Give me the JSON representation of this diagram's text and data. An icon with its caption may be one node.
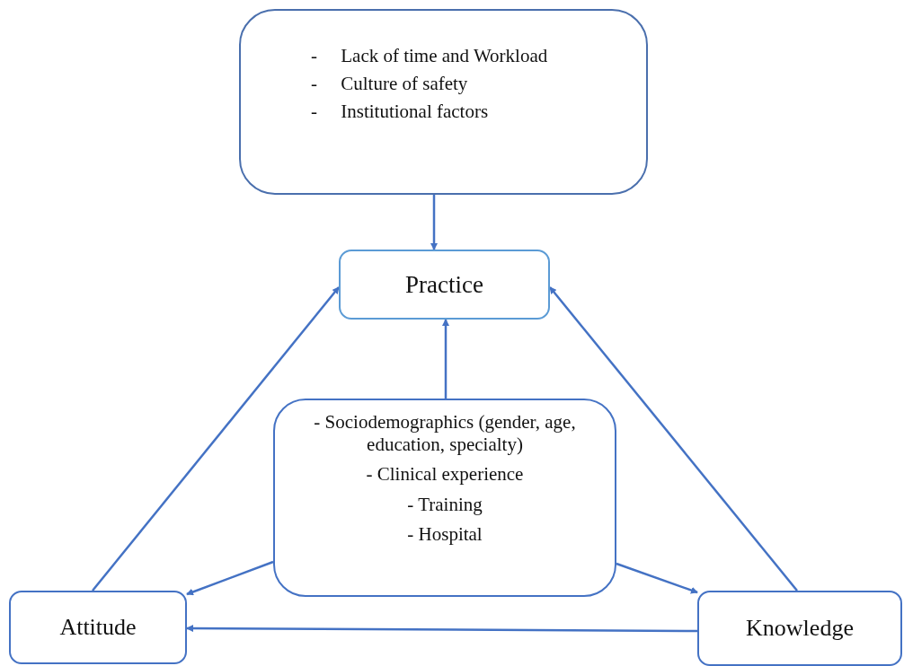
{
  "diagram": {
    "nodes": [
      {
        "text": [
          "-     Lack of time and Workload",
          "-     Culture of safety",
          "-     Institutional factors"
        ]
      },
      {
        "text": [
          "Practice"
        ]
      },
      {
        "text": [
          "- Sociodemographics (gender, age, education, specialty)",
          "- Clinical experience",
          "- Training",
          "- Hospital"
        ]
      },
      {
        "text": [
          "Attitude"
        ]
      },
      {
        "text": [
          "Knowledge"
        ]
      }
    ],
    "edges": [
      {
        "from": 0,
        "to": 1,
        "arrow": "to"
      },
      {
        "from": 2,
        "to": 1,
        "arrow": "to"
      },
      {
        "from": 3,
        "to": 1,
        "arrow": "to"
      },
      {
        "from": 4,
        "to": 1,
        "arrow": "to"
      },
      {
        "from": 2,
        "to": 3,
        "arrow": "to"
      },
      {
        "from": 2,
        "to": 4,
        "arrow": "to"
      },
      {
        "from": 4,
        "to": 3,
        "arrow": "to"
      }
    ]
  }
}
